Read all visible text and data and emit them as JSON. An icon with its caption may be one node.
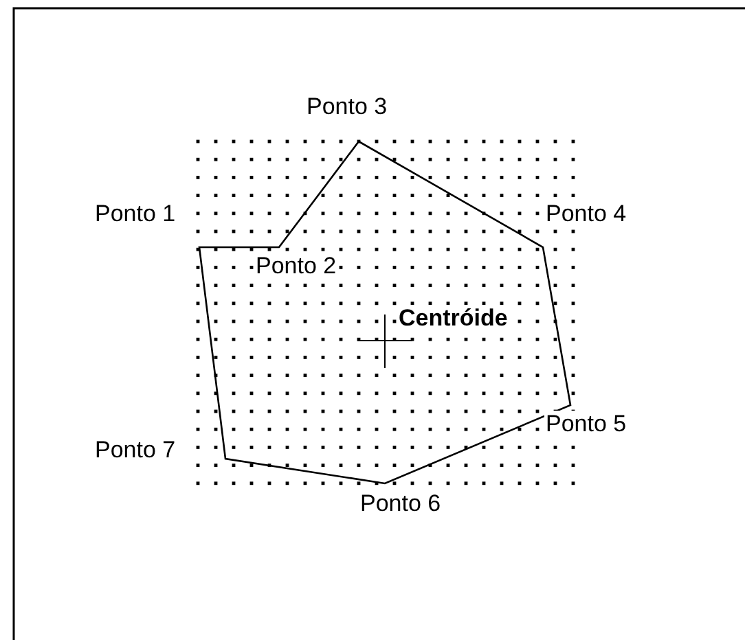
{
  "diagram": {
    "labels": [
      "Ponto 3",
      "Ponto 1",
      "Ponto 4",
      "Ponto 2",
      "Centróide",
      "Ponto 5",
      "Ponto 7",
      "Ponto 6"
    ]
  }
}
